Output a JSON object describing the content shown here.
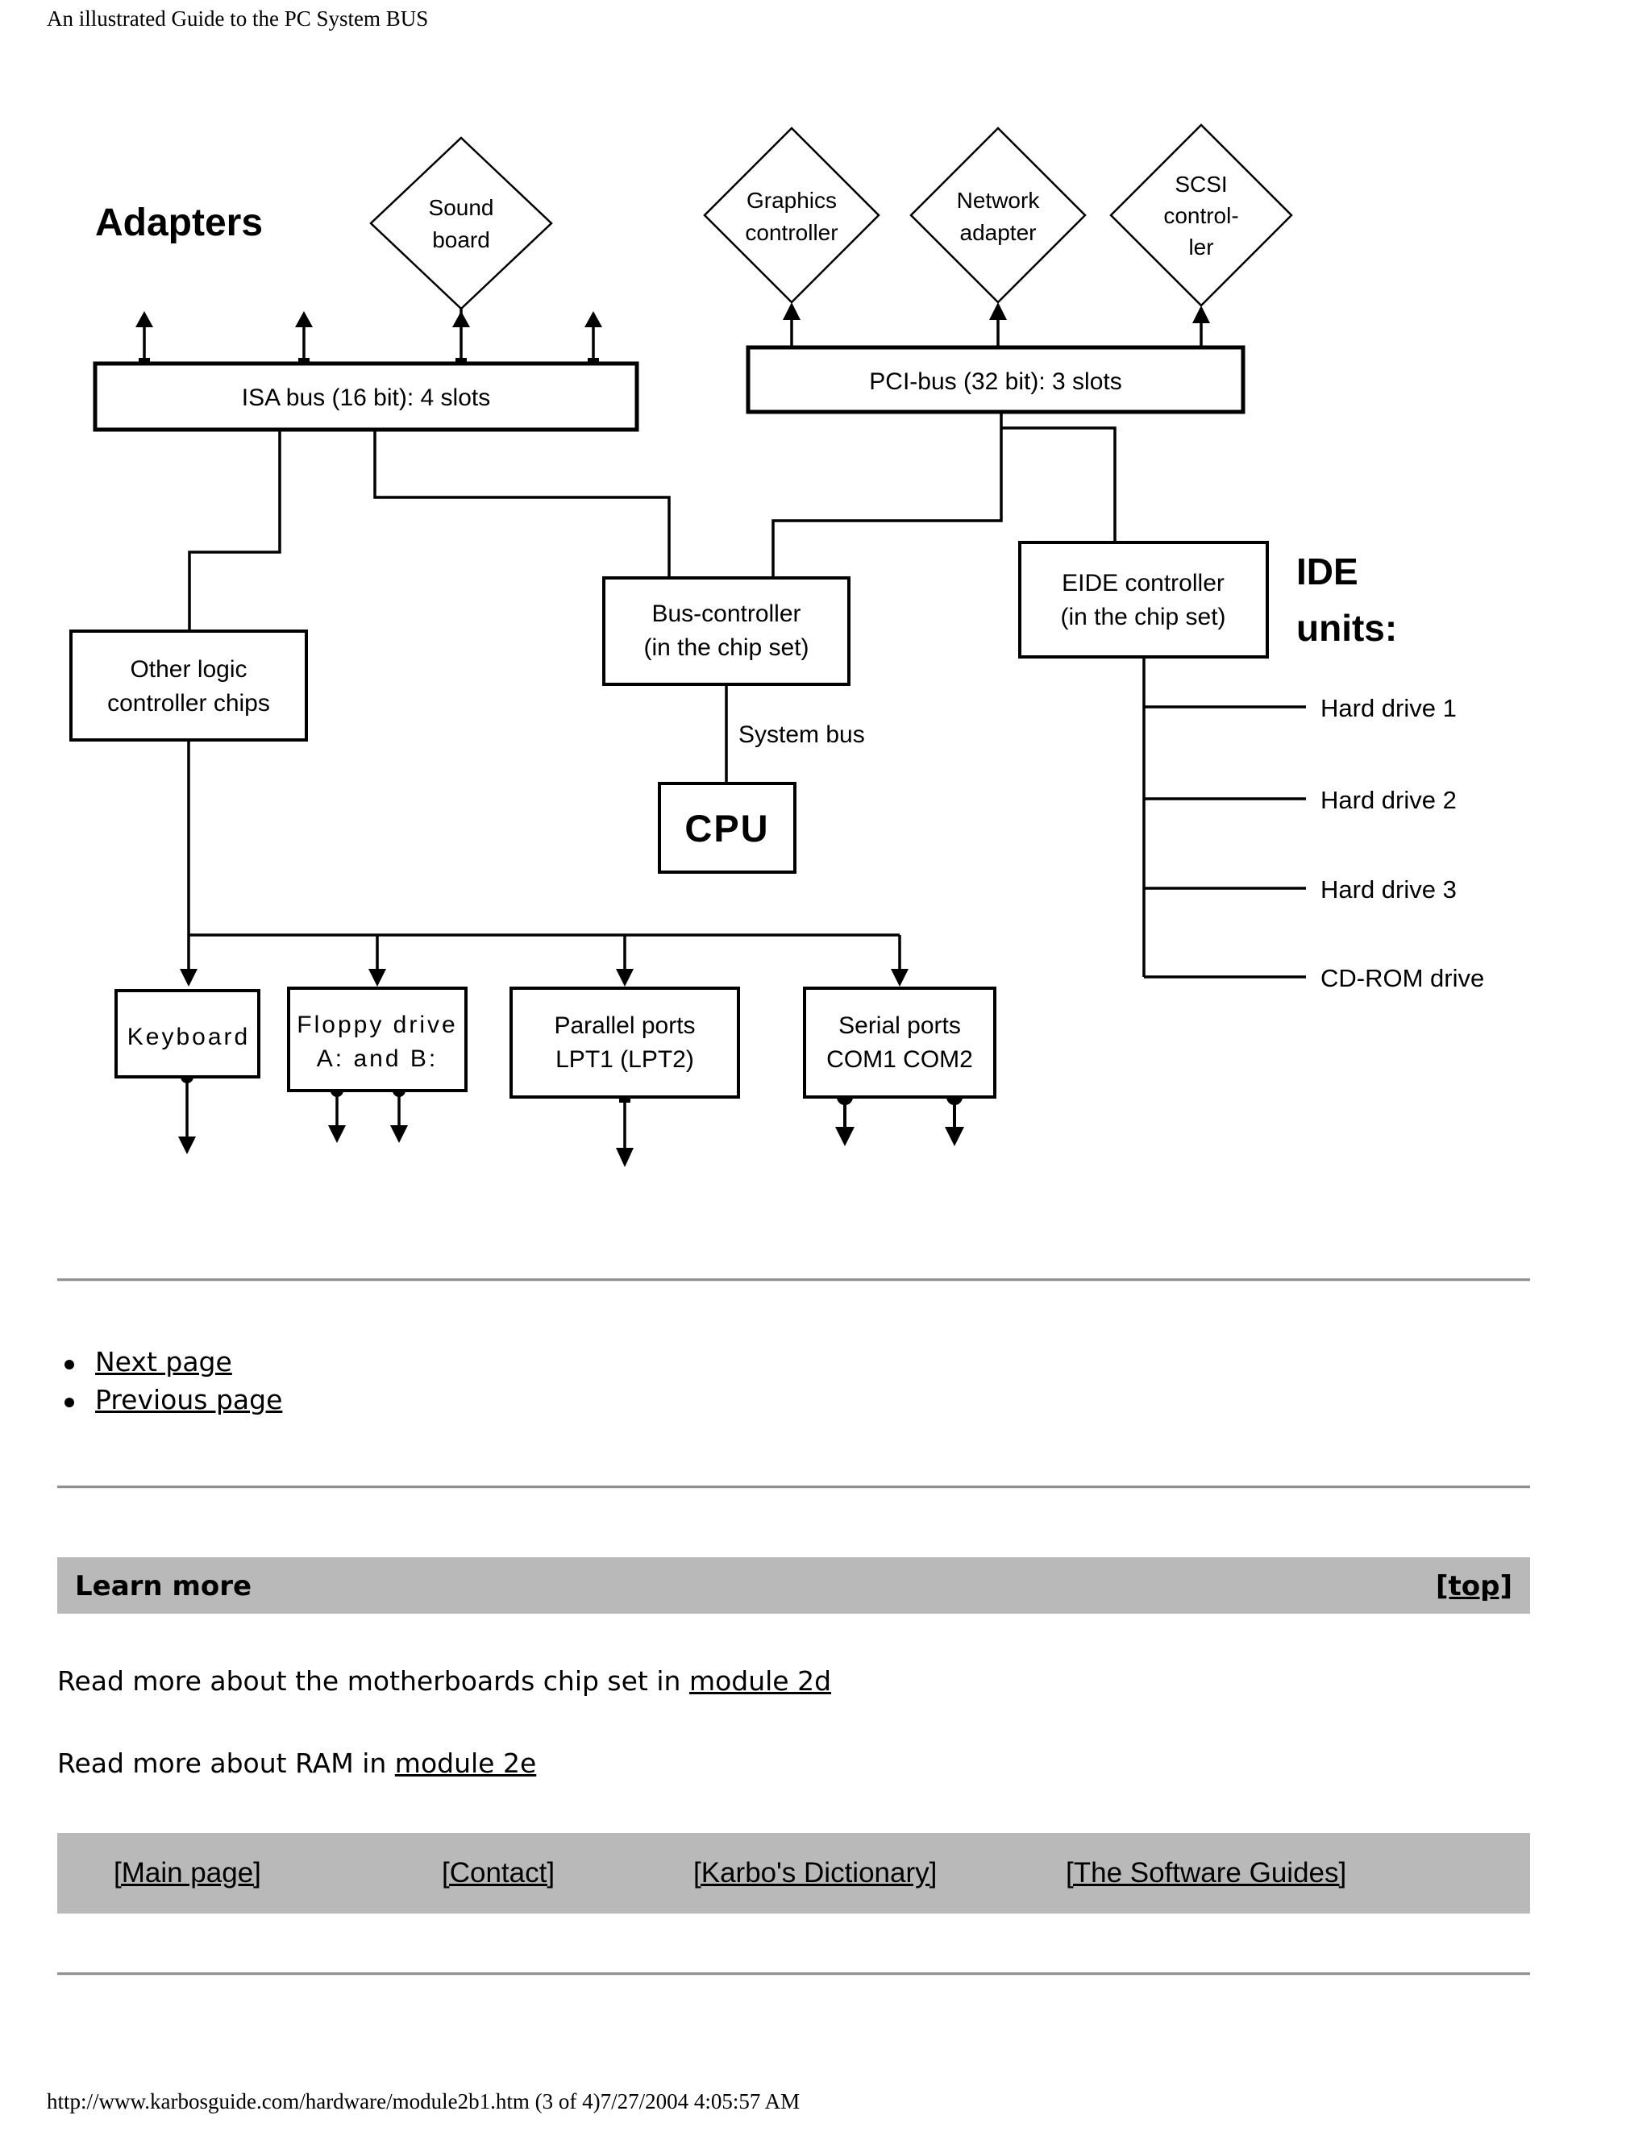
{
  "page": {
    "title": "An illustrated Guide to the PC System BUS",
    "footer": "http://www.karbosguide.com/hardware/module2b1.htm (3 of 4)7/27/2004 4:05:57 AM"
  },
  "diagram": {
    "adapters_label": "Adapters",
    "diamonds": {
      "sound": [
        "Sound",
        "board"
      ],
      "graphics": [
        "Graphics",
        "controller"
      ],
      "network": [
        "Network",
        "adapter"
      ],
      "scsi": [
        "SCSI",
        "control-",
        "ler"
      ]
    },
    "isa_bus": "ISA bus (16 bit): 4 slots",
    "pci_bus": "PCI-bus (32 bit): 3 slots",
    "other_logic": [
      "Other logic",
      "controller chips"
    ],
    "bus_controller": [
      "Bus-controller",
      "(in the chip set)"
    ],
    "eide_controller": [
      "EIDE controller",
      "(in the chip set)"
    ],
    "ide_units_heading": [
      "IDE",
      "units:"
    ],
    "system_bus_label": "System bus",
    "cpu_label": "CPU",
    "ide_drives": [
      "Hard drive 1",
      "Hard drive 2",
      "Hard drive 3",
      "CD-ROM drive"
    ],
    "keyboard": "Keyboard",
    "floppy": [
      "Floppy drive",
      "A: and B:"
    ],
    "parallel": [
      "Parallel ports",
      "LPT1 (LPT2)"
    ],
    "serial": [
      "Serial ports",
      "COM1 COM2"
    ]
  },
  "page_links": {
    "next": "Next page",
    "previous": "Previous page"
  },
  "learn_more": {
    "heading": "Learn more",
    "top_link": "[top]",
    "line1_prefix": "Read more about the motherboards chip set in ",
    "line1_link": "module 2d",
    "line2_prefix": "Read more about RAM in ",
    "line2_link": "module 2e"
  },
  "bottom_nav": [
    "[Main page]",
    "[Contact]",
    "[Karbo's Dictionary]",
    "[The Software Guides]"
  ],
  "colors": {
    "bar_gray": "#b9b9b9",
    "line_black": "#000000",
    "rule_gray": "#909090"
  }
}
